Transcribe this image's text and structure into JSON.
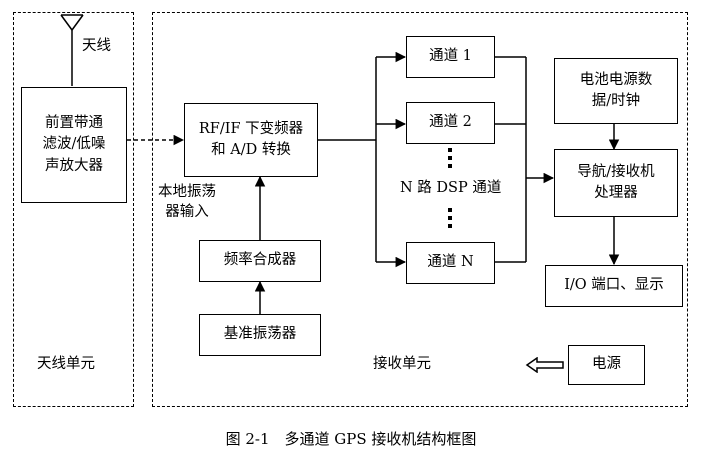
{
  "regions": {
    "antenna_unit": "天线单元",
    "receiver_unit": "接收单元"
  },
  "antenna_label": "天线",
  "blocks": {
    "preamp": "前置带通\n滤波/低噪\n声放大器",
    "downconverter": "RF/IF 下变频器\n和 A/D 转换",
    "synthesizer": "频率合成器",
    "reference_osc": "基准振荡器",
    "channel_1": "通道 1",
    "channel_2": "通道 2",
    "channel_n": "通道 N",
    "battery": "电池电源数\n据/时钟",
    "nav_processor": "导航/接收机\n处理器",
    "io": "I/O 端口、显示",
    "power": "电源"
  },
  "labels": {
    "lo_input": "本地振荡\n器输入",
    "dsp_channels": "N 路 DSP 通道"
  },
  "caption": "图 2-1　多通道 GPS 接收机结构框图"
}
